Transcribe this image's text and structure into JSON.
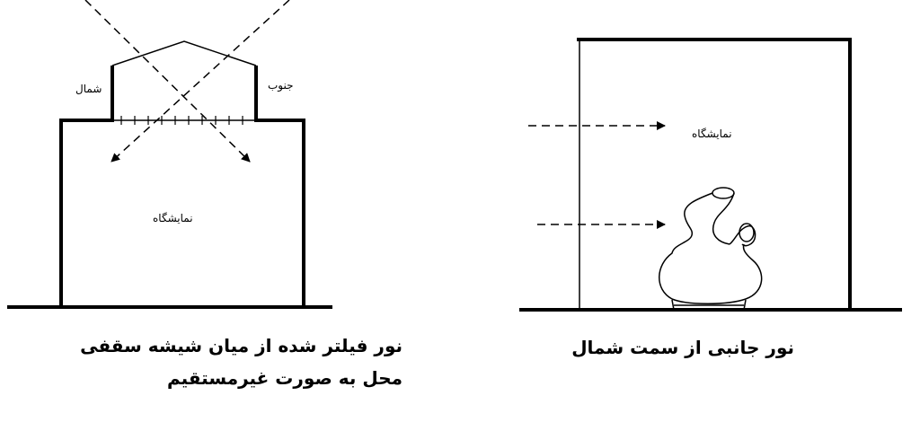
{
  "left_diagram": {
    "label_north": "شمال",
    "label_south": "جنوب",
    "label_gallery": "نمایشگاه",
    "caption_line1": "نور فیلتر شده از میان شیشه سقفی",
    "caption_line2": "محل به صورت غیرمستقیم"
  },
  "right_diagram": {
    "label_gallery": "نمایشگاه",
    "caption": "نور جانبی از سمت شمال"
  }
}
